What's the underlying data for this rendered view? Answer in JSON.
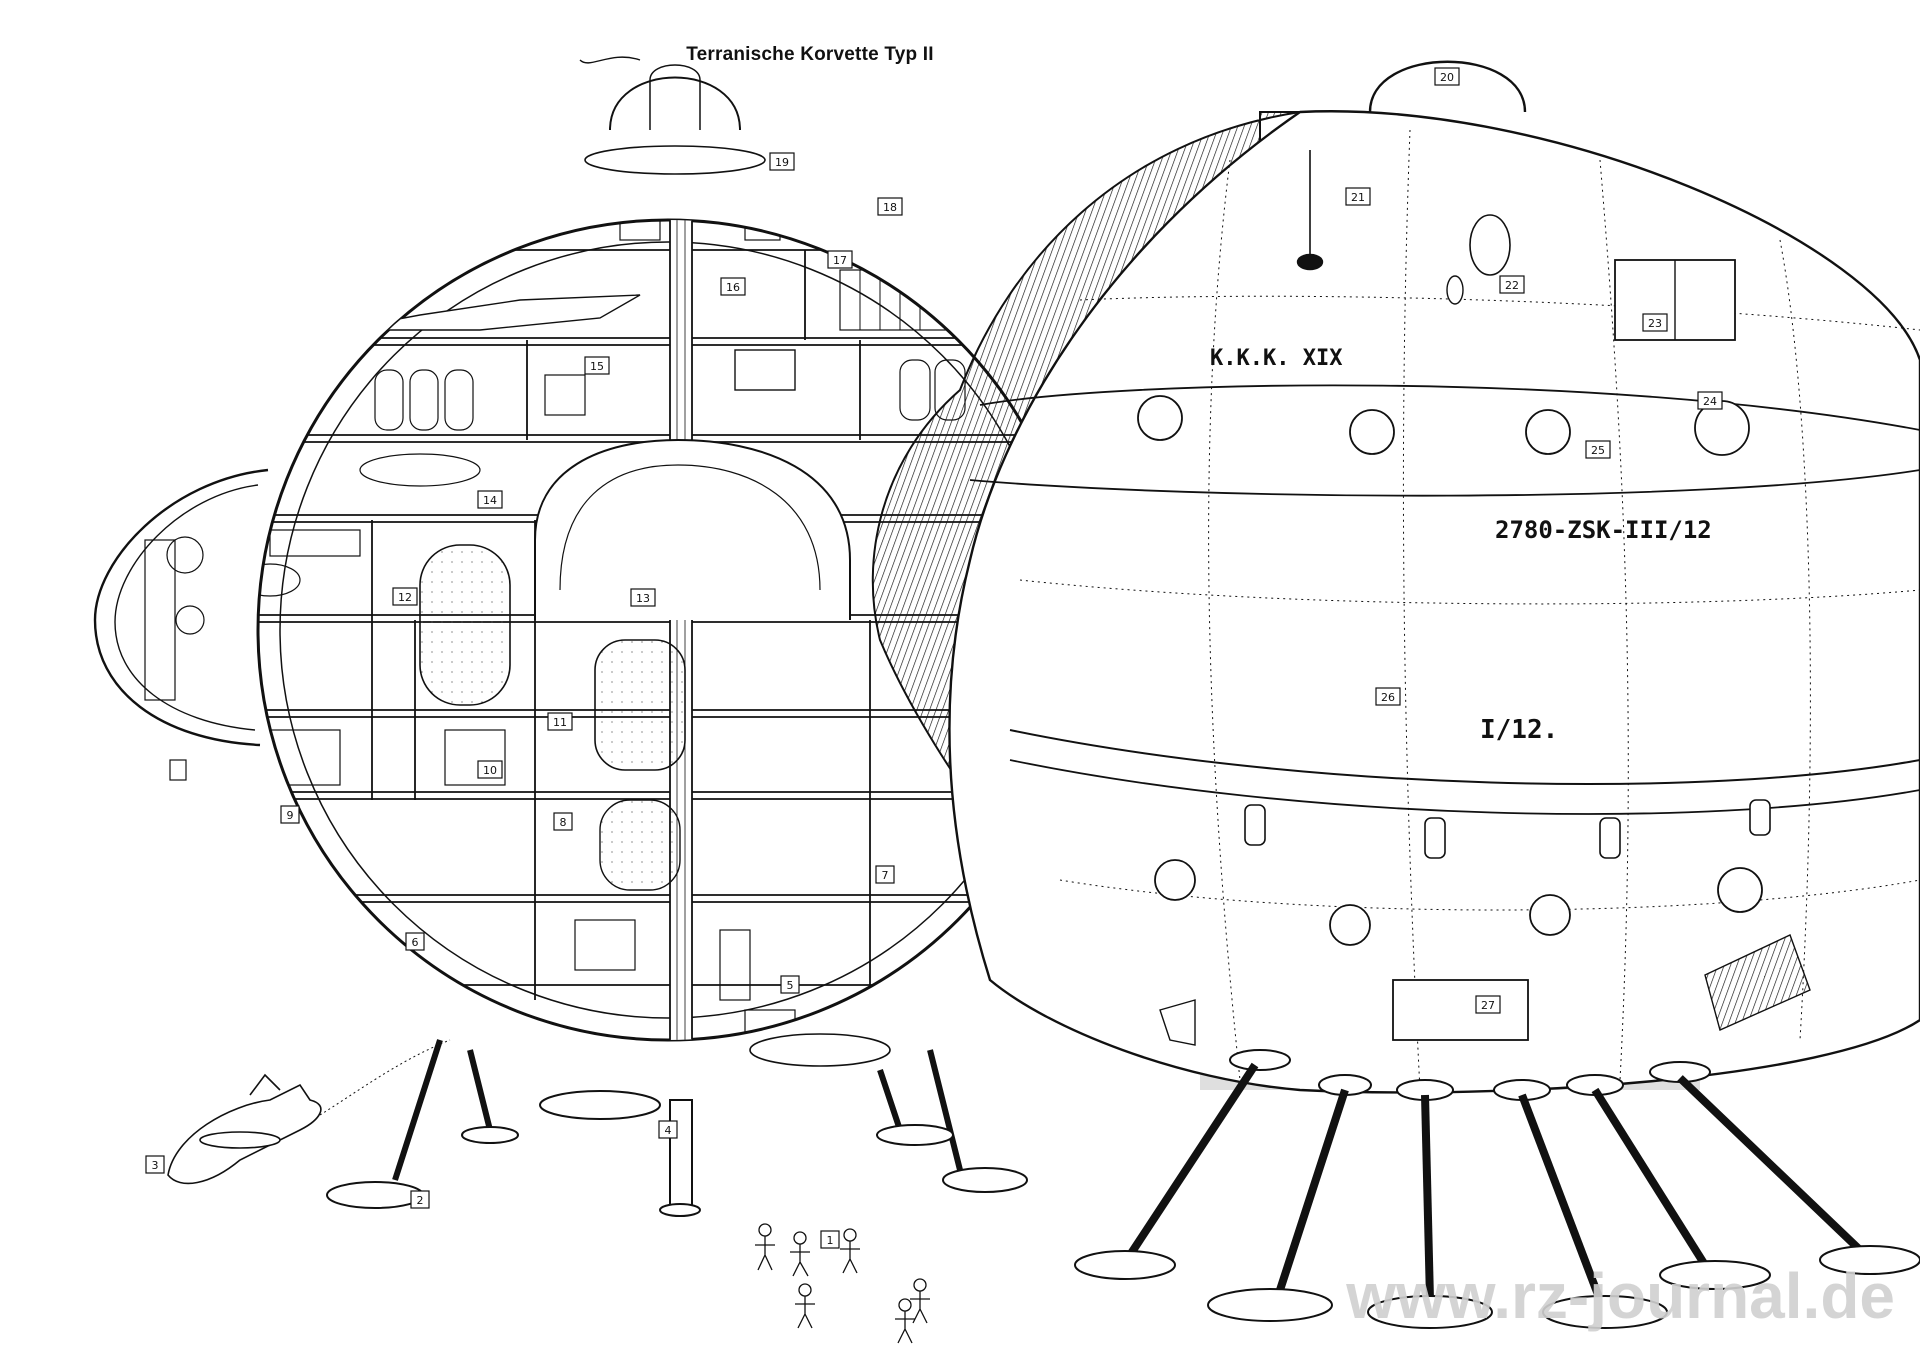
{
  "title": "Terranische Korvette Typ II",
  "watermark": "www.rz-journal.de",
  "hull_markings": {
    "registry": "K.K.K. XIX",
    "serial": "2780-ZSK-III/12",
    "section": "I/12."
  },
  "callout_numbers": [
    "1",
    "2",
    "3",
    "4",
    "5",
    "6",
    "7",
    "8",
    "9",
    "10",
    "11",
    "12",
    "13",
    "14",
    "15",
    "16",
    "17",
    "18",
    "19",
    "20",
    "21",
    "22",
    "23",
    "24",
    "25",
    "26",
    "27"
  ],
  "colors": {
    "ink": "#111111",
    "paper": "#ffffff",
    "watermark": "#d9d9d9"
  }
}
